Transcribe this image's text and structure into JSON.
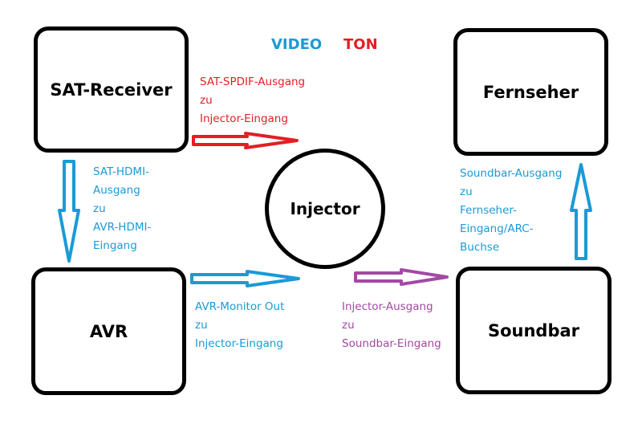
{
  "legend": {
    "video": {
      "label": "VIDEO",
      "color": "#1a9ad6"
    },
    "ton": {
      "label": "TON",
      "color": "#e31e24"
    }
  },
  "colors": {
    "video": "#1a9ad6",
    "audio": "#e31e24",
    "injector_out": "#a349a4",
    "box_border": "#000000"
  },
  "nodes": {
    "sat_receiver": "SAT-Receiver",
    "fernseher": "Fernseher",
    "avr": "AVR",
    "soundbar": "Soundbar",
    "injector": "Injector"
  },
  "connections": {
    "sat_to_injector": {
      "lines": [
        "SAT-SPDIF-Ausgang",
        "zu",
        "Injector-Eingang"
      ],
      "direction": "right",
      "color_key": "audio"
    },
    "sat_to_avr": {
      "lines": [
        "SAT-HDMI-",
        "Ausgang",
        "zu",
        "AVR-HDMI-",
        "Eingang"
      ],
      "direction": "down",
      "color_key": "video"
    },
    "avr_to_injector": {
      "lines": [
        "AVR-Monitor Out",
        "zu",
        "Injector-Eingang"
      ],
      "direction": "right",
      "color_key": "video"
    },
    "injector_to_soundbar": {
      "lines": [
        "Injector-Ausgang",
        "zu",
        "Soundbar-Eingang"
      ],
      "direction": "right",
      "color_key": "injector_out"
    },
    "soundbar_to_tv": {
      "lines": [
        "Soundbar-Ausgang",
        "zu",
        "Fernseher-",
        "Eingang/ARC-",
        "Buchse"
      ],
      "direction": "up",
      "color_key": "video"
    }
  }
}
